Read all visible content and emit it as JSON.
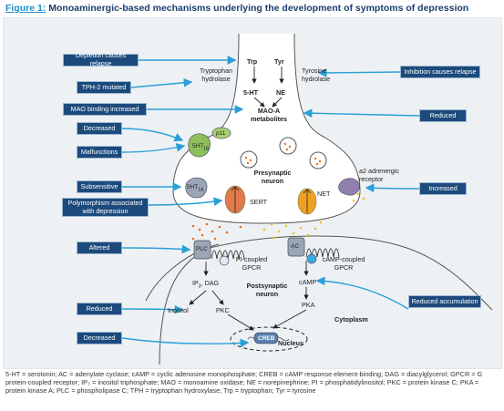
{
  "figure": {
    "prefix": "Figure 1:",
    "title": "Monoaminergic-based mechanisms underlying the development of symptoms of depression"
  },
  "labels_left": [
    "Depletion causes relapse",
    "TPH-2 mutated",
    "MAO binding increased",
    "Decreased",
    "Malfunctions",
    "Subsensitive",
    "Polymorphism associated with depression",
    "Altered",
    "Reduced",
    "Decreased"
  ],
  "labels_right": [
    "Inhibition causes relapse",
    "Reduced",
    "Increased",
    "Reduced accumulation"
  ],
  "diagram_text": {
    "trp": "Trp",
    "tyr": "Tyr",
    "tryptophan_hydrolase": "Tryptophan hydrolase",
    "tyrosine_hydrolase": "Tyrosine hydrolase",
    "ht5": "5-HT",
    "ne": "NE",
    "maoa": "MAO-A metabolites",
    "p11": "p11",
    "ht1b": "5HT",
    "ht1b_sub": "1B",
    "ht1a": "5HT",
    "ht1a_sub": "1A",
    "presynaptic": "Presynaptic neuron",
    "sert": "SERT",
    "net": "NET",
    "a2": "a2 adrenergic receptor",
    "plc": "PLC",
    "ac": "AC",
    "pi_gpcr": "PI-coupled GPCR",
    "camp_gpcr": "cAMP-coupled GPCR",
    "ip3": "IP",
    "ip3_sub": "3",
    "dag": ", DAG",
    "camp": "cAMP",
    "postsynaptic": "Postsynaptic neuron",
    "inositol": "Inositol",
    "pkc": "PKC",
    "pka": "PKA",
    "cytoplasm": "Cytoplasm",
    "creb": "CREB",
    "nucleus": "Nucleus"
  },
  "footnote": "5-HT = serotonin; AC = adenylate cyclase; cAMP = cyclic adenosine monophosphate; CREB = cAMP response element-binding; DAG = diacylglycerol; GPCR = G protein-coupled receptor; IP₃ = inositol triphosphate; MAO = monoamine oxidase; NE = norepinephrine; PI = phosphatidylinositol; PKC = protein kinase C; PKA = protein kinase A; PLC = phospholipase C; TPH = tryptophan hydroxylase; Trp = tryptophan; Tyr = tyrosine",
  "colors": {
    "label_bg": "#1c4a7c",
    "arrow": "#2a9fd8",
    "sert": "#e07a4a",
    "net": "#f0a020",
    "receptor_green": "#8dbf5a",
    "receptor_grey": "#9aa6b6",
    "a2": "#9080b0",
    "dots_orange": "#f07020",
    "dots_yellow": "#f0c020"
  }
}
